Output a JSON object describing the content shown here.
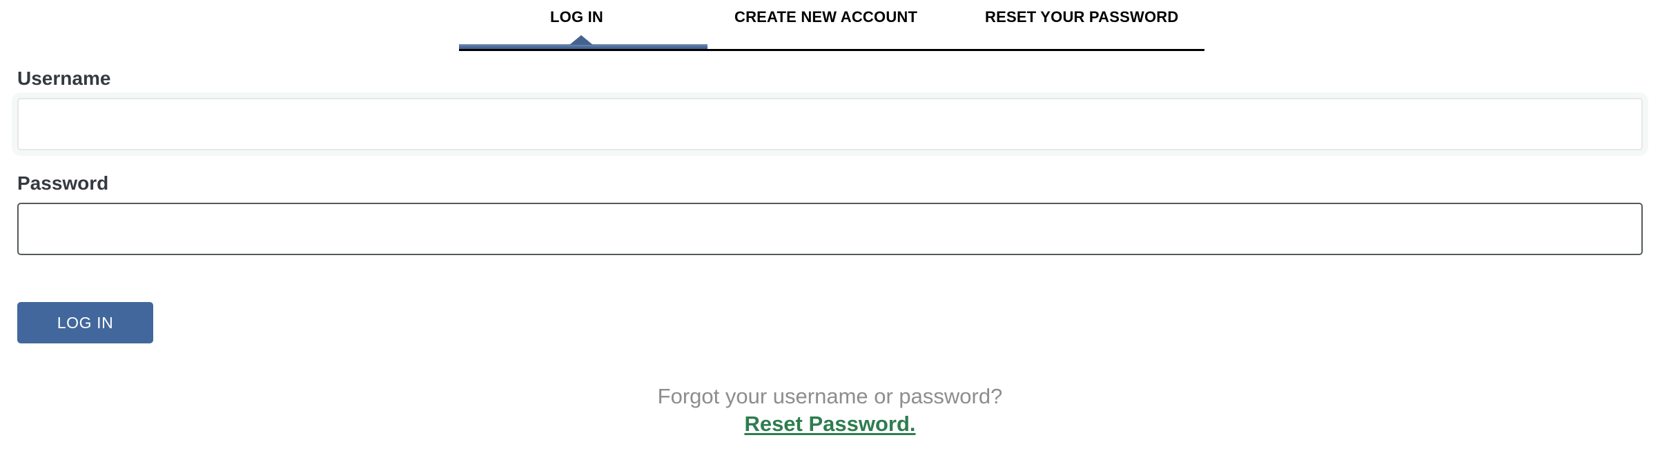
{
  "tabs": {
    "items": [
      {
        "label": "LOG IN",
        "active": true
      },
      {
        "label": "CREATE NEW ACCOUNT",
        "active": false
      },
      {
        "label": "RESET YOUR PASSWORD",
        "active": false
      }
    ],
    "active_indicator_color": "#44638f",
    "baseline_color": "#000000"
  },
  "form": {
    "username": {
      "label": "Username",
      "value": "",
      "placeholder": "",
      "focused": true,
      "border_color": "#e4e9e7"
    },
    "password": {
      "label": "Password",
      "value": "",
      "placeholder": "",
      "focused": false,
      "border_color": "#555a5c"
    },
    "submit": {
      "label": "LOG IN",
      "background": "#42679c",
      "text_color": "#ffffff"
    }
  },
  "footer": {
    "forgot_text": "Forgot your username or password?",
    "reset_link": "Reset Password.",
    "forgot_color": "#8d8d8d",
    "reset_color": "#2e7d4f"
  }
}
